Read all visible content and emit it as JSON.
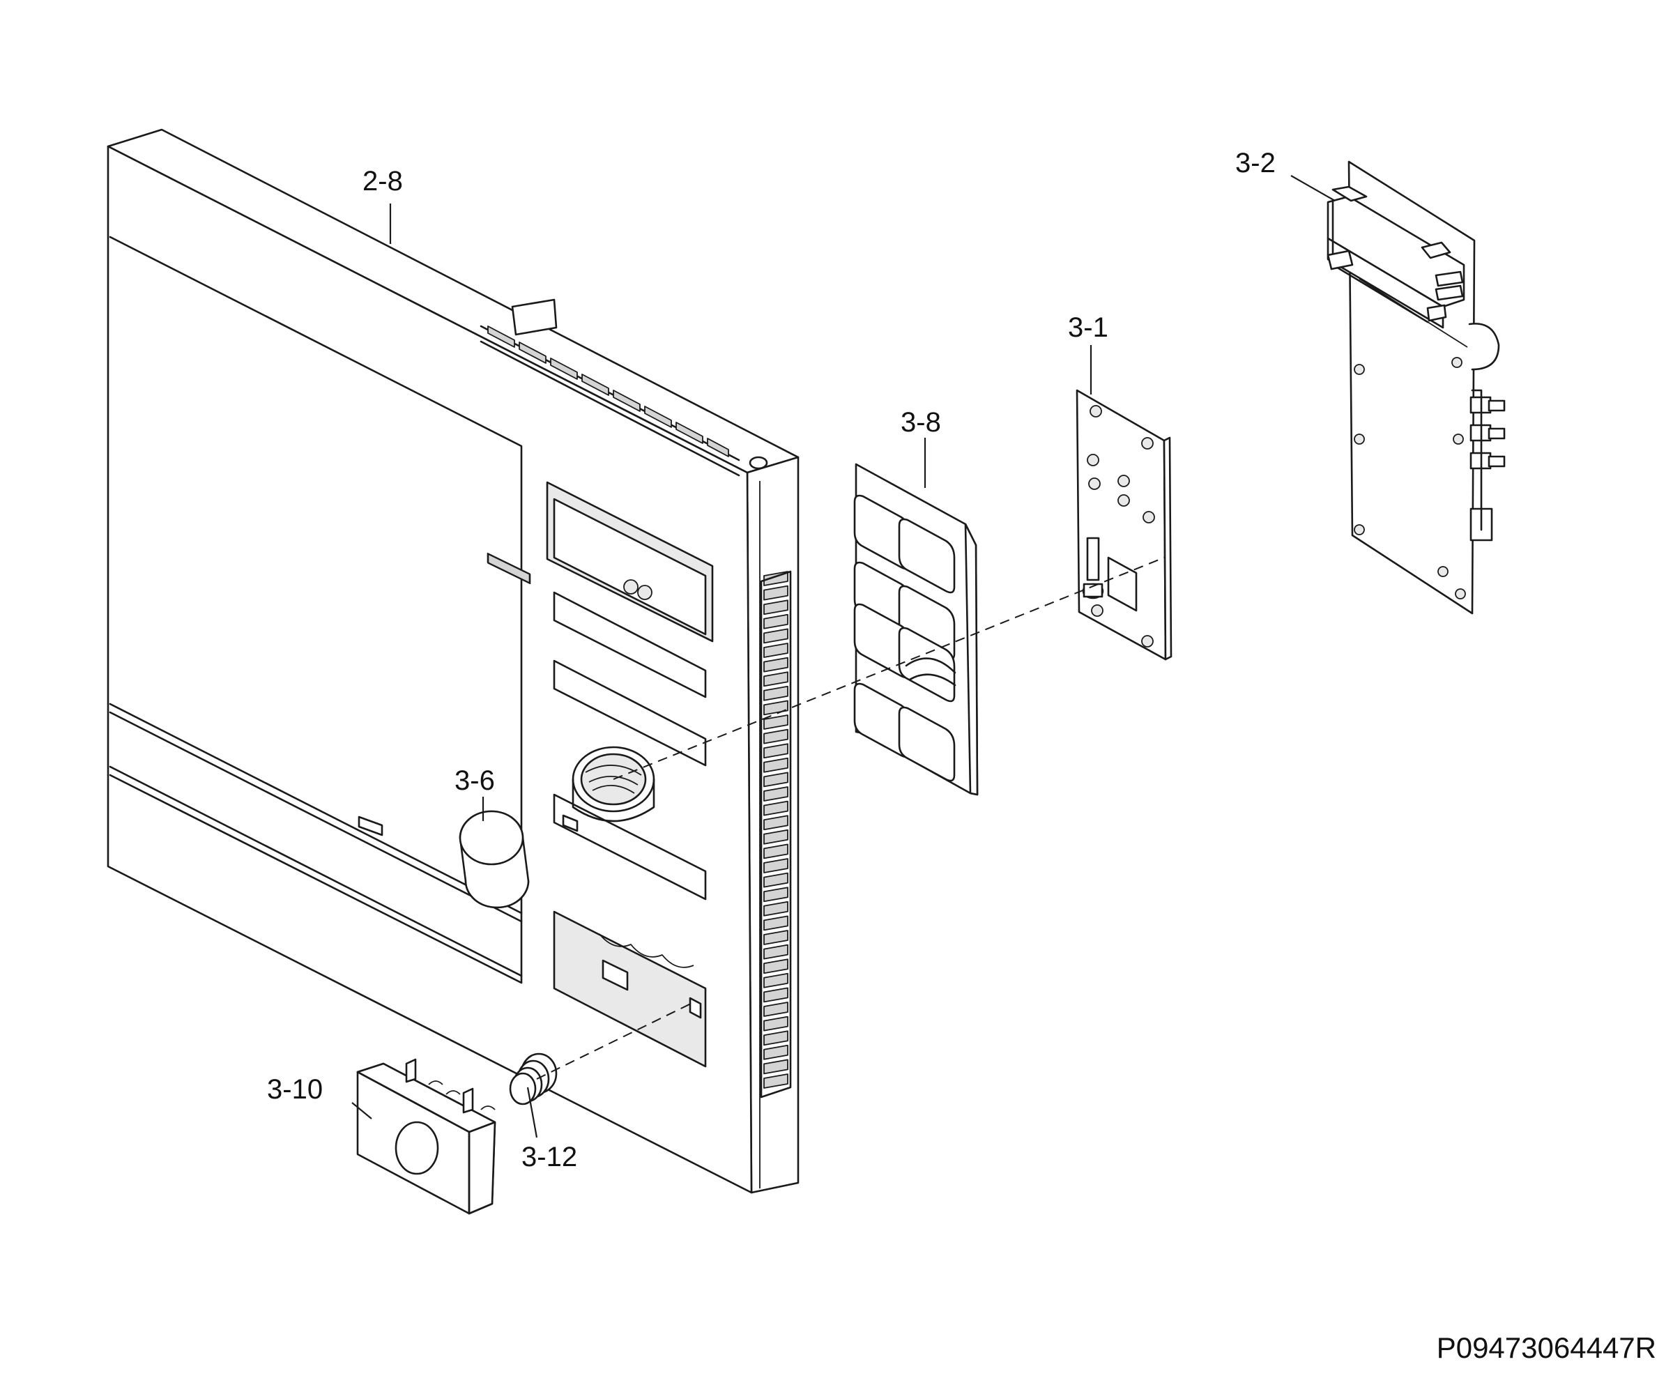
{
  "diagram": {
    "type": "exploded-parts-view",
    "drawing_code": "P09473064447R",
    "callouts": [
      {
        "id": "2-8",
        "label": "2-8",
        "part": "front-panel"
      },
      {
        "id": "3-2",
        "label": "3-2",
        "part": "control-bracket"
      },
      {
        "id": "3-1",
        "label": "3-1",
        "part": "circuit-board"
      },
      {
        "id": "3-8",
        "label": "3-8",
        "part": "button-panel"
      },
      {
        "id": "3-6",
        "label": "3-6",
        "part": "knob"
      },
      {
        "id": "3-10",
        "label": "3-10",
        "part": "door-release-button"
      },
      {
        "id": "3-12",
        "label": "3-12",
        "part": "spring"
      }
    ]
  }
}
